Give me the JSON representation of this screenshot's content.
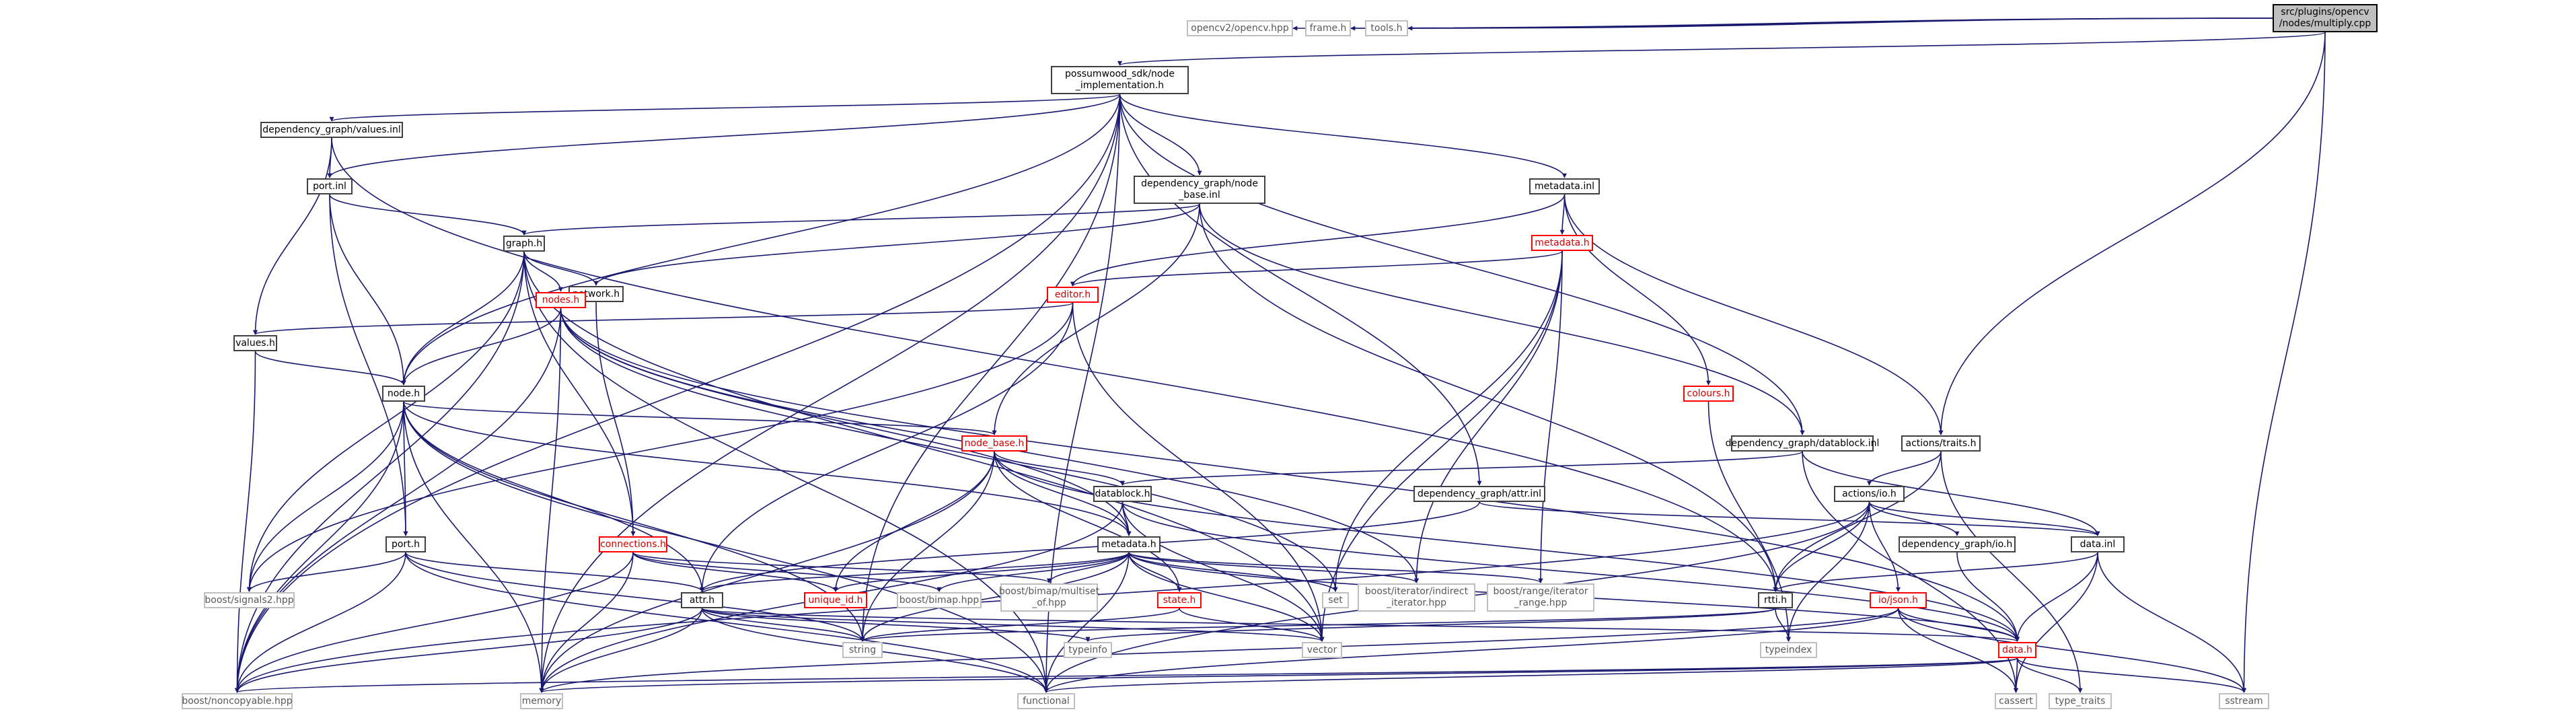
{
  "graph": {
    "edge_color": "#191970",
    "colors": {
      "node_border": "#404040",
      "external_border": "#bfbfbf",
      "truncated_border": "#ff0000",
      "root_fill": "#bfbfbf"
    },
    "nodes": [
      {
        "id": "multiply",
        "lines": [
          "src/plugins/opencv",
          "/nodes/multiply.cpp"
        ],
        "kind": "root"
      },
      {
        "id": "impl",
        "lines": [
          "possumwood_sdk/node",
          "_implementation.h"
        ],
        "kind": "doc"
      },
      {
        "id": "opencv2",
        "lines": [
          "opencv2/opencv.hpp"
        ],
        "kind": "ext"
      },
      {
        "id": "frame",
        "lines": [
          "frame.h"
        ],
        "kind": "ext"
      },
      {
        "id": "tools",
        "lines": [
          "tools.h"
        ],
        "kind": "ext"
      },
      {
        "id": "values_inl",
        "lines": [
          "dependency_graph/values.inl"
        ],
        "kind": "doc"
      },
      {
        "id": "node_base_inl",
        "lines": [
          "dependency_graph/node",
          "_base.inl"
        ],
        "kind": "doc"
      },
      {
        "id": "metadata_inl",
        "lines": [
          "metadata.inl"
        ],
        "kind": "doc"
      },
      {
        "id": "port_inl",
        "lines": [
          "port.inl"
        ],
        "kind": "doc"
      },
      {
        "id": "graph",
        "lines": [
          "graph.h"
        ],
        "kind": "doc"
      },
      {
        "id": "metadata_h",
        "lines": [
          "metadata.h"
        ],
        "kind": "red"
      },
      {
        "id": "network",
        "lines": [
          "network.h"
        ],
        "kind": "doc"
      },
      {
        "id": "editor",
        "lines": [
          "editor.h"
        ],
        "kind": "red"
      },
      {
        "id": "values_h",
        "lines": [
          "values.h"
        ],
        "kind": "doc"
      },
      {
        "id": "nodes_h",
        "lines": [
          "nodes.h"
        ],
        "kind": "red"
      },
      {
        "id": "node_h",
        "lines": [
          "node.h"
        ],
        "kind": "doc"
      },
      {
        "id": "colours",
        "lines": [
          "colours.h"
        ],
        "kind": "red"
      },
      {
        "id": "node_base_h",
        "lines": [
          "node_base.h"
        ],
        "kind": "red"
      },
      {
        "id": "datablock_inl",
        "lines": [
          "dependency_graph/datablock.inl"
        ],
        "kind": "doc"
      },
      {
        "id": "actions_traits",
        "lines": [
          "actions/traits.h"
        ],
        "kind": "doc"
      },
      {
        "id": "datablock_h",
        "lines": [
          "datablock.h"
        ],
        "kind": "doc"
      },
      {
        "id": "attr_inl",
        "lines": [
          "dependency_graph/attr.inl"
        ],
        "kind": "doc"
      },
      {
        "id": "actions_io",
        "lines": [
          "actions/io.h"
        ],
        "kind": "doc"
      },
      {
        "id": "port_h",
        "lines": [
          "port.h"
        ],
        "kind": "doc"
      },
      {
        "id": "connections",
        "lines": [
          "connections.h"
        ],
        "kind": "red"
      },
      {
        "id": "metadata2",
        "lines": [
          "metadata.h"
        ],
        "kind": "doc"
      },
      {
        "id": "dg_io",
        "lines": [
          "dependency_graph/io.h"
        ],
        "kind": "doc"
      },
      {
        "id": "data_inl",
        "lines": [
          "data.inl"
        ],
        "kind": "doc"
      },
      {
        "id": "signals2",
        "lines": [
          "boost/signals2.hpp"
        ],
        "kind": "ext"
      },
      {
        "id": "attr_h",
        "lines": [
          "attr.h"
        ],
        "kind": "doc"
      },
      {
        "id": "unique_id",
        "lines": [
          "unique_id.h"
        ],
        "kind": "red"
      },
      {
        "id": "bimap",
        "lines": [
          "boost/bimap.hpp"
        ],
        "kind": "ext"
      },
      {
        "id": "multiset_of",
        "lines": [
          "boost/bimap/multiset",
          "_of.hpp"
        ],
        "kind": "ext"
      },
      {
        "id": "state_h",
        "lines": [
          "state.h"
        ],
        "kind": "red"
      },
      {
        "id": "set",
        "lines": [
          "set"
        ],
        "kind": "ext"
      },
      {
        "id": "indirect_it",
        "lines": [
          "boost/iterator/indirect",
          "_iterator.hpp"
        ],
        "kind": "ext"
      },
      {
        "id": "range_it",
        "lines": [
          "boost/range/iterator",
          "_range.hpp"
        ],
        "kind": "ext"
      },
      {
        "id": "rtti",
        "lines": [
          "rtti.h"
        ],
        "kind": "doc"
      },
      {
        "id": "io_json",
        "lines": [
          "io/json.h"
        ],
        "kind": "red"
      },
      {
        "id": "string",
        "lines": [
          "string"
        ],
        "kind": "ext"
      },
      {
        "id": "typeinfo",
        "lines": [
          "typeinfo"
        ],
        "kind": "ext"
      },
      {
        "id": "vector",
        "lines": [
          "vector"
        ],
        "kind": "ext"
      },
      {
        "id": "typeindex",
        "lines": [
          "typeindex"
        ],
        "kind": "ext"
      },
      {
        "id": "data_h",
        "lines": [
          "data.h"
        ],
        "kind": "red"
      },
      {
        "id": "noncopyable",
        "lines": [
          "boost/noncopyable.hpp"
        ],
        "kind": "ext"
      },
      {
        "id": "memory",
        "lines": [
          "memory"
        ],
        "kind": "ext"
      },
      {
        "id": "functional",
        "lines": [
          "functional"
        ],
        "kind": "ext"
      },
      {
        "id": "cassert",
        "lines": [
          "cassert"
        ],
        "kind": "ext"
      },
      {
        "id": "type_traits",
        "lines": [
          "type_traits"
        ],
        "kind": "ext"
      },
      {
        "id": "sstream",
        "lines": [
          "sstream"
        ],
        "kind": "ext"
      }
    ],
    "edges": [
      [
        "multiply",
        "impl"
      ],
      [
        "multiply",
        "opencv2"
      ],
      [
        "multiply",
        "frame"
      ],
      [
        "multiply",
        "tools"
      ],
      [
        "multiply",
        "actions_traits"
      ],
      [
        "multiply",
        "sstream"
      ],
      [
        "impl",
        "values_inl"
      ],
      [
        "impl",
        "port_inl"
      ],
      [
        "impl",
        "node_base_inl"
      ],
      [
        "impl",
        "metadata_inl"
      ],
      [
        "impl",
        "datablock_inl"
      ],
      [
        "impl",
        "attr_inl"
      ],
      [
        "impl",
        "node_h"
      ],
      [
        "impl",
        "noncopyable"
      ],
      [
        "impl",
        "memory"
      ],
      [
        "impl",
        "string"
      ],
      [
        "impl",
        "functional"
      ],
      [
        "values_inl",
        "port_inl"
      ],
      [
        "values_inl",
        "values_h"
      ],
      [
        "values_inl",
        "rtti"
      ],
      [
        "port_inl",
        "graph"
      ],
      [
        "port_inl",
        "node_h"
      ],
      [
        "port_inl",
        "port_h"
      ],
      [
        "node_base_inl",
        "graph"
      ],
      [
        "node_base_inl",
        "network"
      ],
      [
        "node_base_inl",
        "node_base_h"
      ],
      [
        "node_base_inl",
        "datablock_inl"
      ],
      [
        "node_base_inl",
        "rtti"
      ],
      [
        "metadata_inl",
        "metadata_h"
      ],
      [
        "metadata_inl",
        "editor"
      ],
      [
        "metadata_inl",
        "colours"
      ],
      [
        "metadata_inl",
        "actions_traits"
      ],
      [
        "graph",
        "network"
      ],
      [
        "graph",
        "nodes_h"
      ],
      [
        "graph",
        "node_h"
      ],
      [
        "graph",
        "connections"
      ],
      [
        "graph",
        "signals2"
      ],
      [
        "graph",
        "noncopyable"
      ],
      [
        "graph",
        "functional"
      ],
      [
        "graph",
        "vector"
      ],
      [
        "metadata_h",
        "editor"
      ],
      [
        "metadata_h",
        "set"
      ],
      [
        "metadata_h",
        "indirect_it"
      ],
      [
        "metadata_h",
        "range_it"
      ],
      [
        "metadata_h",
        "vector"
      ],
      [
        "network",
        "nodes_h"
      ],
      [
        "network",
        "connections"
      ],
      [
        "editor",
        "values_h"
      ],
      [
        "editor",
        "attr_h"
      ],
      [
        "editor",
        "vector"
      ],
      [
        "editor",
        "signals2"
      ],
      [
        "values_h",
        "node_h"
      ],
      [
        "values_h",
        "noncopyable"
      ],
      [
        "nodes_h",
        "node_h"
      ],
      [
        "nodes_h",
        "metadata2"
      ],
      [
        "nodes_h",
        "set"
      ],
      [
        "nodes_h",
        "memory"
      ],
      [
        "nodes_h",
        "indirect_it"
      ],
      [
        "nodes_h",
        "noncopyable"
      ],
      [
        "nodes_h",
        "data_h"
      ],
      [
        "node_h",
        "node_base_h"
      ],
      [
        "node_h",
        "port_h"
      ],
      [
        "node_h",
        "attr_h"
      ],
      [
        "node_h",
        "signals2"
      ],
      [
        "node_h",
        "noncopyable"
      ],
      [
        "node_h",
        "memory"
      ],
      [
        "node_h",
        "functional"
      ],
      [
        "node_h",
        "string"
      ],
      [
        "node_h",
        "metadata2"
      ],
      [
        "colours",
        "typeindex"
      ],
      [
        "node_base_h",
        "datablock_h"
      ],
      [
        "node_base_h",
        "metadata2"
      ],
      [
        "node_base_h",
        "unique_id"
      ],
      [
        "node_base_h",
        "state_h"
      ],
      [
        "node_base_h",
        "string"
      ],
      [
        "node_base_h",
        "memory"
      ],
      [
        "node_base_h",
        "data_h"
      ],
      [
        "datablock_inl",
        "datablock_h"
      ],
      [
        "datablock_inl",
        "data_inl"
      ],
      [
        "datablock_inl",
        "cassert"
      ],
      [
        "actions_traits",
        "actions_io"
      ],
      [
        "actions_traits",
        "rtti"
      ],
      [
        "actions_traits",
        "type_traits"
      ],
      [
        "datablock_h",
        "metadata2"
      ],
      [
        "datablock_h",
        "data_h"
      ],
      [
        "datablock_h",
        "memory"
      ],
      [
        "datablock_h",
        "vector"
      ],
      [
        "attr_inl",
        "attr_h"
      ],
      [
        "attr_inl",
        "data_inl"
      ],
      [
        "actions_io",
        "dg_io"
      ],
      [
        "actions_io",
        "io_json"
      ],
      [
        "actions_io",
        "data_inl"
      ],
      [
        "actions_io",
        "rtti"
      ],
      [
        "actions_io",
        "functional"
      ],
      [
        "actions_io",
        "typeindex"
      ],
      [
        "actions_io",
        "noncopyable"
      ],
      [
        "port_h",
        "attr_h"
      ],
      [
        "port_h",
        "signals2"
      ],
      [
        "port_h",
        "noncopyable"
      ],
      [
        "port_h",
        "string"
      ],
      [
        "port_h",
        "functional"
      ],
      [
        "connections",
        "bimap"
      ],
      [
        "connections",
        "multiset_of"
      ],
      [
        "connections",
        "unique_id"
      ],
      [
        "connections",
        "noncopyable"
      ],
      [
        "connections",
        "memory"
      ],
      [
        "metadata2",
        "attr_h"
      ],
      [
        "metadata2",
        "unique_id"
      ],
      [
        "metadata2",
        "bimap"
      ],
      [
        "metadata2",
        "multiset_of"
      ],
      [
        "metadata2",
        "state_h"
      ],
      [
        "metadata2",
        "set"
      ],
      [
        "metadata2",
        "indirect_it"
      ],
      [
        "metadata2",
        "range_it"
      ],
      [
        "metadata2",
        "vector"
      ],
      [
        "metadata2",
        "string"
      ],
      [
        "metadata2",
        "functional"
      ],
      [
        "metadata2",
        "data_h"
      ],
      [
        "dg_io",
        "data_h"
      ],
      [
        "data_inl",
        "data_h"
      ],
      [
        "data_inl",
        "rtti"
      ],
      [
        "data_inl",
        "cassert"
      ],
      [
        "data_inl",
        "sstream"
      ],
      [
        "attr_h",
        "string"
      ],
      [
        "attr_h",
        "typeinfo"
      ],
      [
        "attr_h",
        "vector"
      ],
      [
        "attr_h",
        "memory"
      ],
      [
        "attr_h",
        "functional"
      ],
      [
        "attr_h",
        "noncopyable"
      ],
      [
        "attr_h",
        "data_h"
      ],
      [
        "state_h",
        "string"
      ],
      [
        "state_h",
        "vector"
      ],
      [
        "rtti",
        "string"
      ],
      [
        "rtti",
        "typeinfo"
      ],
      [
        "rtti",
        "typeindex"
      ],
      [
        "io_json",
        "data_h"
      ],
      [
        "io_json",
        "functional"
      ],
      [
        "io_json",
        "sstream"
      ],
      [
        "io_json",
        "cassert"
      ],
      [
        "io_json",
        "memory"
      ],
      [
        "data_h",
        "memory"
      ],
      [
        "data_h",
        "functional"
      ],
      [
        "data_h",
        "type_traits"
      ],
      [
        "data_h",
        "cassert"
      ],
      [
        "data_h",
        "noncopyable"
      ],
      [
        "data_h",
        "sstream"
      ]
    ]
  }
}
